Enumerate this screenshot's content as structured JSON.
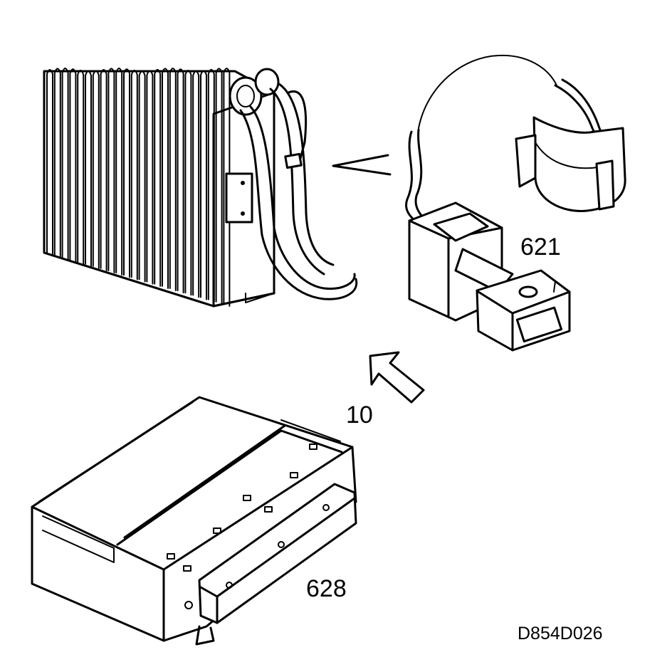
{
  "labels": {
    "sensor_part": "621",
    "view_marker": "10",
    "control_unit_part": "628",
    "drawing_ref": "D854D026"
  },
  "colors": {
    "line": "#000000",
    "background": "#ffffff"
  }
}
